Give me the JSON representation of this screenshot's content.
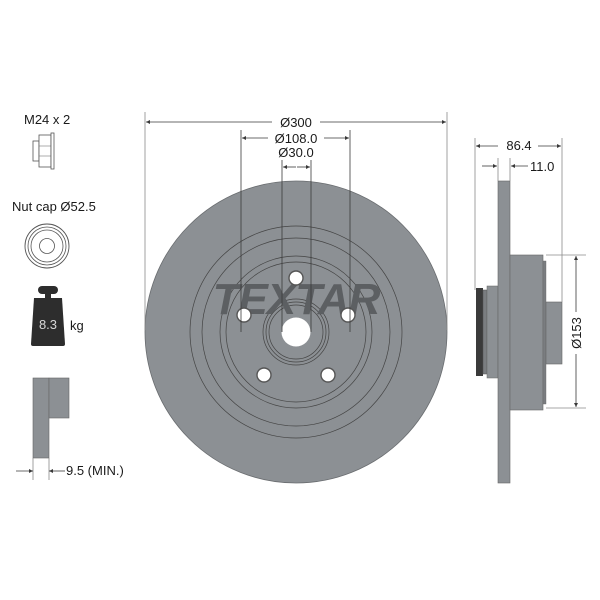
{
  "brand": {
    "logo_text": "TEXTAR",
    "disc_color": "#8c9094",
    "disc_dark": "#5c5f62",
    "line_color": "#3a3a3a"
  },
  "legend": {
    "thread_label": "M24 x 2",
    "nut_cap_label": "Nut cap Ø52.5",
    "weight_value": "8.3",
    "weight_unit": "kg",
    "min_thickness_label": "9.5 (MIN.)"
  },
  "front_view": {
    "outer_diameter": "Ø300",
    "pcd_diameter": "Ø108.0",
    "center_bore": "Ø30.0",
    "bolt_holes": 5
  },
  "side_view": {
    "overall_height": "86.4",
    "disc_thickness": "11.0",
    "hub_diameter": "Ø153"
  }
}
